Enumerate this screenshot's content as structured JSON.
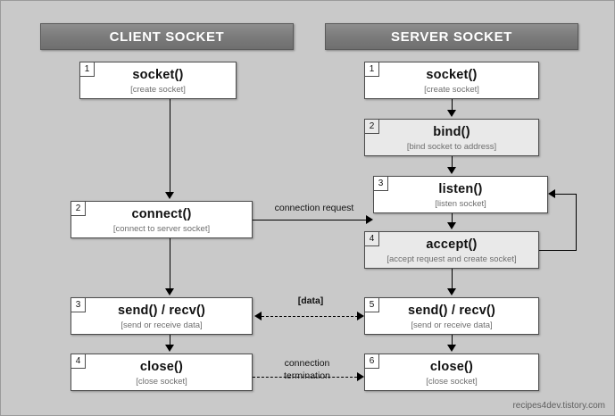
{
  "headers": {
    "client": "CLIENT SOCKET",
    "server": "SERVER SOCKET"
  },
  "client_steps": [
    {
      "num": "1",
      "title": "socket()",
      "sub": "[create socket]"
    },
    {
      "num": "2",
      "title": "connect()",
      "sub": "[connect to server socket]"
    },
    {
      "num": "3",
      "title": "send() / recv()",
      "sub": "[send or receive data]"
    },
    {
      "num": "4",
      "title": "close()",
      "sub": "[close socket]"
    }
  ],
  "server_steps": [
    {
      "num": "1",
      "title": "socket()",
      "sub": "[create socket]"
    },
    {
      "num": "2",
      "title": "bind()",
      "sub": "[bind socket to address]"
    },
    {
      "num": "3",
      "title": "listen()",
      "sub": "[listen socket]"
    },
    {
      "num": "4",
      "title": "accept()",
      "sub": "[accept request and create socket]"
    },
    {
      "num": "5",
      "title": "send() / recv()",
      "sub": "[send or receive data]"
    },
    {
      "num": "6",
      "title": "close()",
      "sub": "[close socket]"
    }
  ],
  "connector_labels": {
    "connection_request": "connection  request",
    "data": "[data]",
    "termination_line1": "connection",
    "termination_line2": "termination"
  },
  "watermark": "recipes4dev.tistory.com"
}
